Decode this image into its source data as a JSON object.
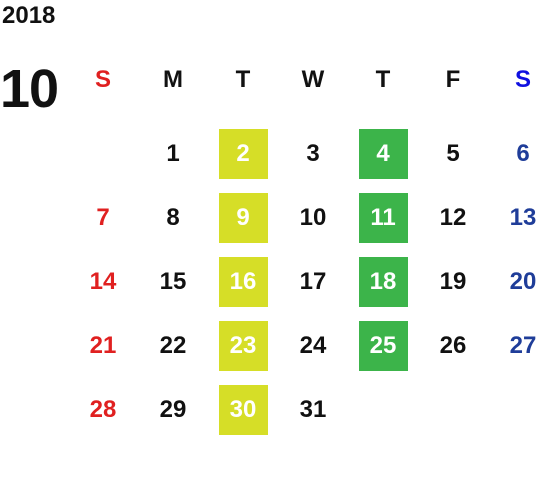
{
  "year": "2018",
  "month": "10",
  "weekdays": [
    "S",
    "M",
    "T",
    "W",
    "T",
    "F",
    "S"
  ],
  "colors": {
    "sunday": "#e02020",
    "saturday": "#1f3d99",
    "highlight_tuesday": "#d6de27",
    "highlight_thursday": "#3cb44a"
  },
  "weeks": [
    [
      {
        "label": ""
      },
      {
        "label": "1"
      },
      {
        "label": "2",
        "highlight": "yellow"
      },
      {
        "label": "3"
      },
      {
        "label": "4",
        "highlight": "green"
      },
      {
        "label": "5"
      },
      {
        "label": "6"
      }
    ],
    [
      {
        "label": "7"
      },
      {
        "label": "8"
      },
      {
        "label": "9",
        "highlight": "yellow"
      },
      {
        "label": "10"
      },
      {
        "label": "11",
        "highlight": "green"
      },
      {
        "label": "12"
      },
      {
        "label": "13"
      }
    ],
    [
      {
        "label": "14"
      },
      {
        "label": "15"
      },
      {
        "label": "16",
        "highlight": "yellow"
      },
      {
        "label": "17"
      },
      {
        "label": "18",
        "highlight": "green"
      },
      {
        "label": "19"
      },
      {
        "label": "20"
      }
    ],
    [
      {
        "label": "21"
      },
      {
        "label": "22"
      },
      {
        "label": "23",
        "highlight": "yellow"
      },
      {
        "label": "24"
      },
      {
        "label": "25",
        "highlight": "green"
      },
      {
        "label": "26"
      },
      {
        "label": "27"
      }
    ],
    [
      {
        "label": "28"
      },
      {
        "label": "29"
      },
      {
        "label": "30",
        "highlight": "yellow"
      },
      {
        "label": "31"
      },
      {
        "label": ""
      },
      {
        "label": ""
      },
      {
        "label": ""
      }
    ]
  ]
}
